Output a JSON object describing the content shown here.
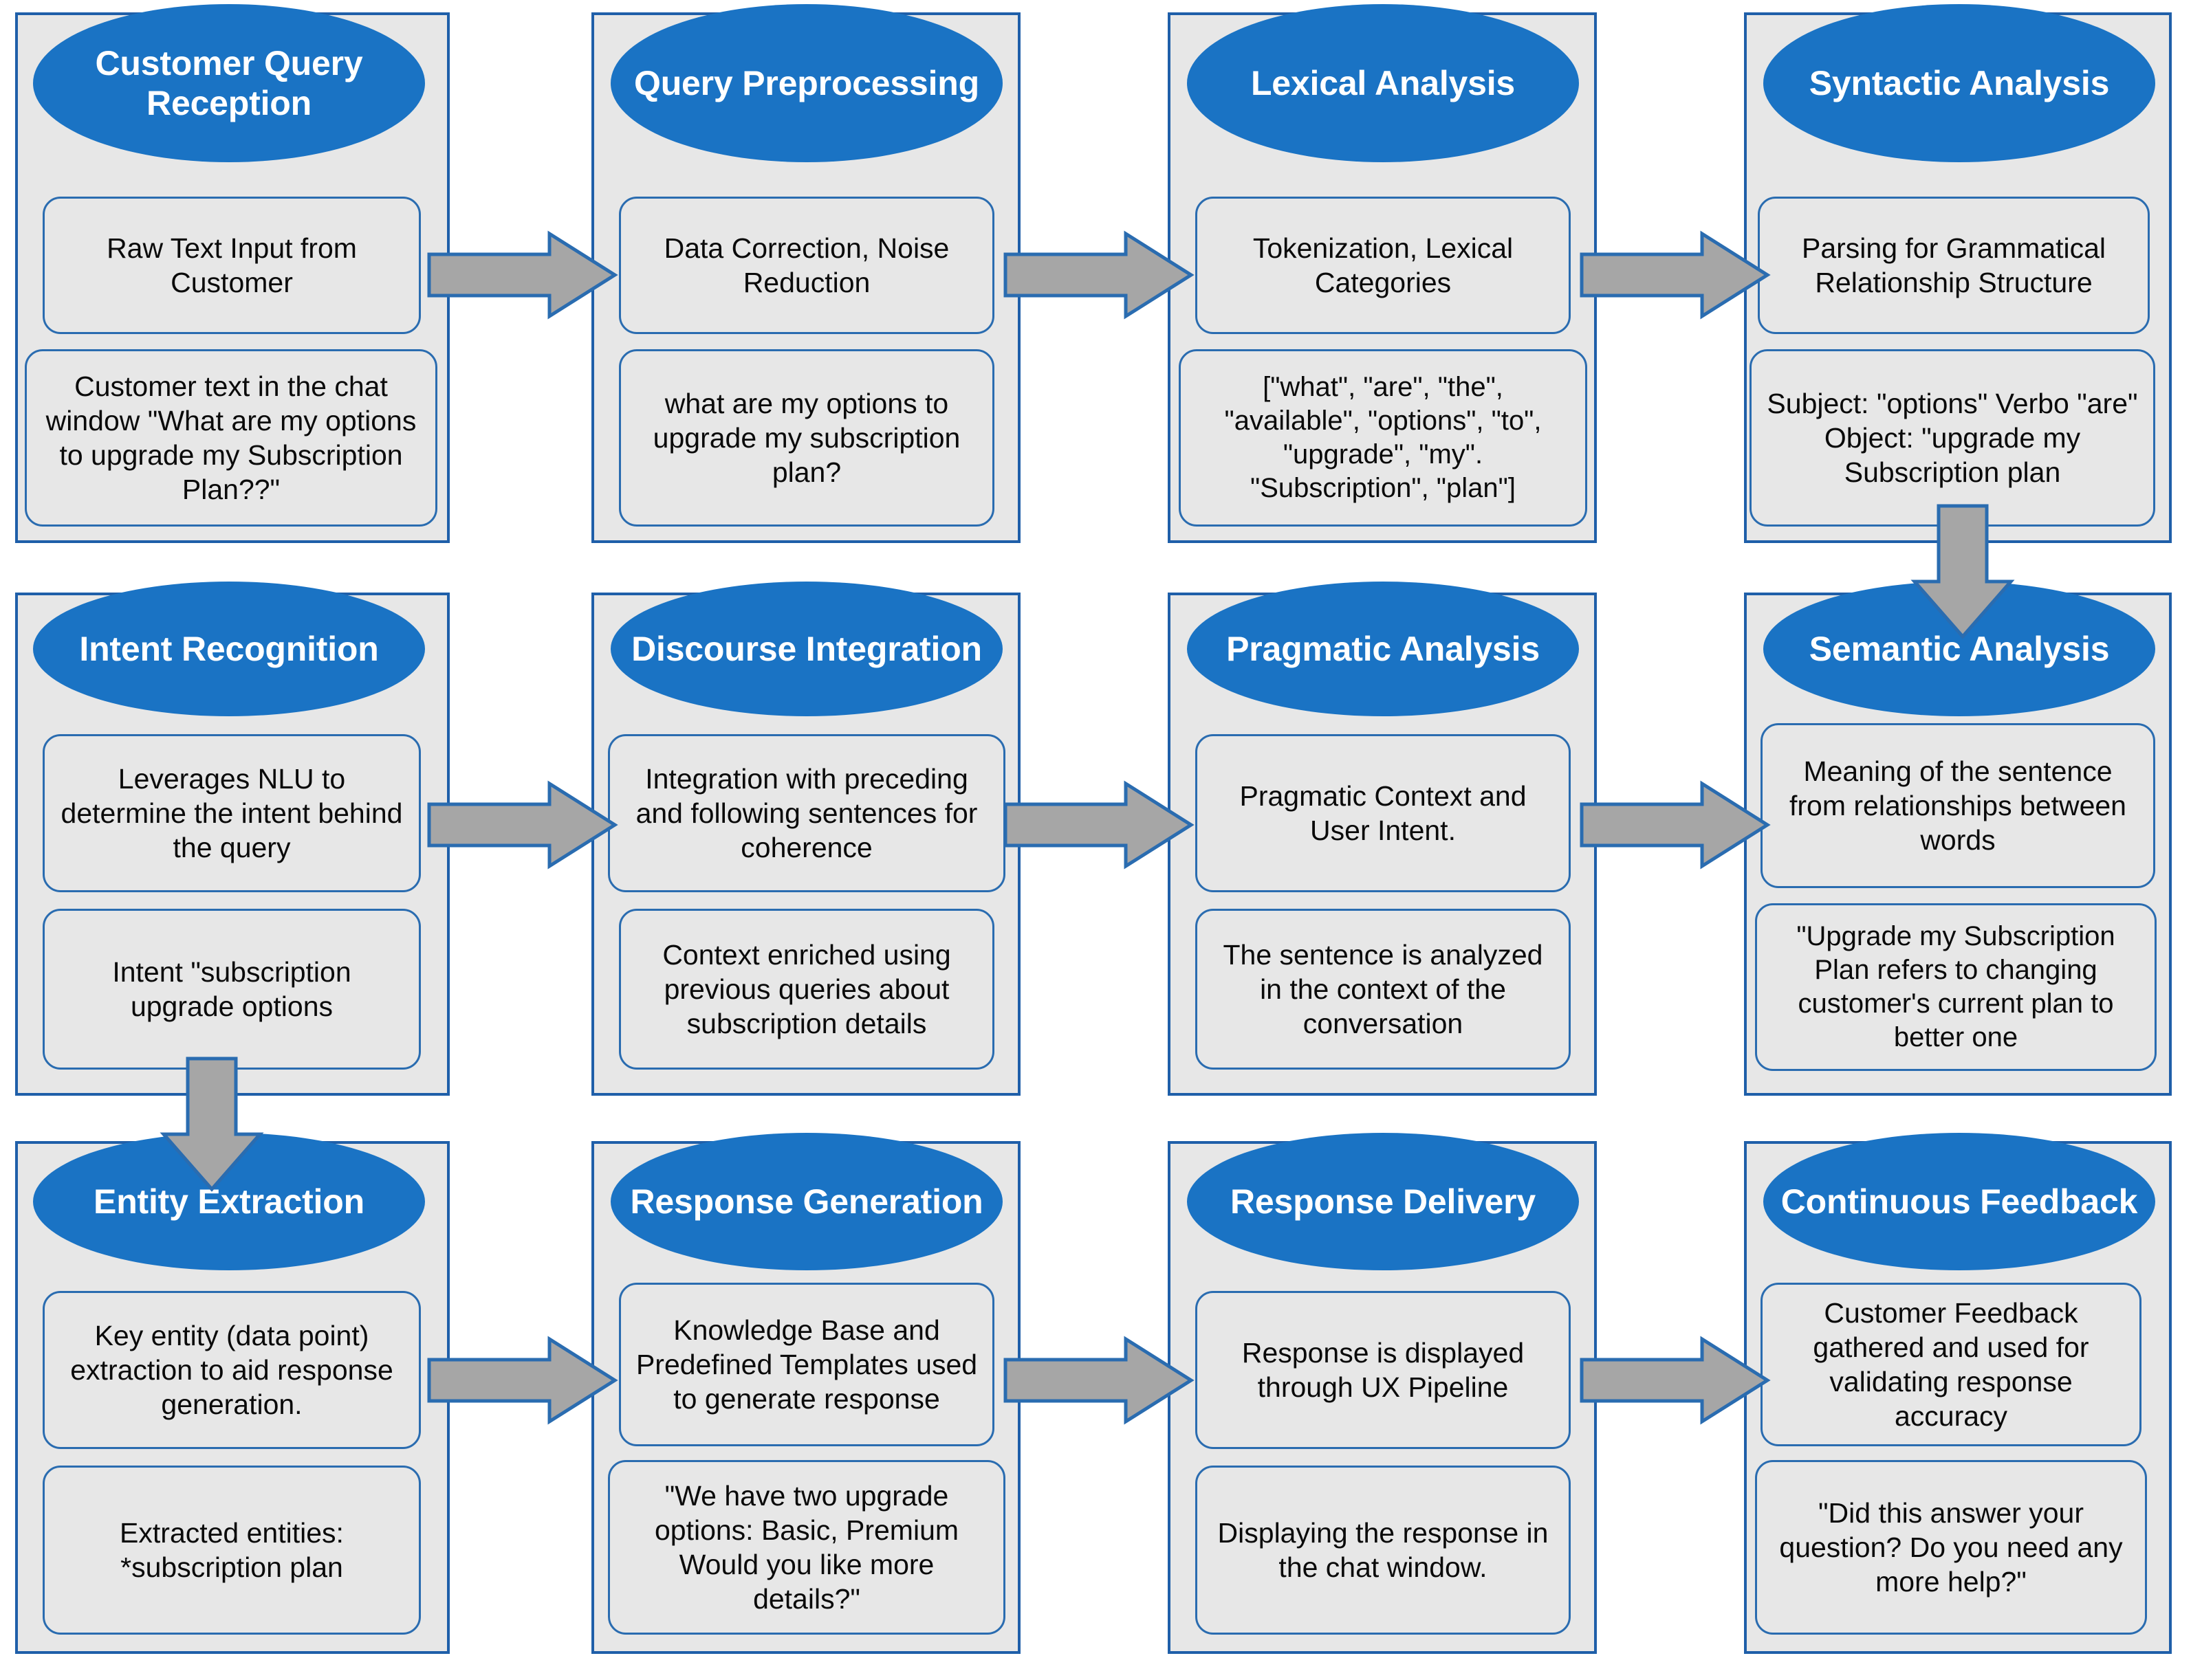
{
  "diagram": {
    "title": "Customer Query NLP Processing Pipeline",
    "colors": {
      "ellipse_fill": "#1a73c4",
      "ellipse_text": "#ffffff",
      "panel_fill": "#e7e7e7",
      "panel_border": "#1f5fa9",
      "box_border": "#2a6cb0",
      "box_fill": "#e7e7e7",
      "arrow_fill": "#a6a6a6",
      "arrow_stroke": "#2a6cb0",
      "text": "#0a0a0a",
      "background": "#ffffff"
    }
  },
  "nodes": [
    {
      "id": "customer-query-reception",
      "title": "Customer Query Reception",
      "description": "Raw Text Input from Customer",
      "example": "Customer text in the chat window \"What are my options to upgrade my Subscription Plan??\""
    },
    {
      "id": "query-preprocessing",
      "title": "Query Preprocessing",
      "description": "Data Correction, Noise Reduction",
      "example": "what are my options to upgrade my subscription plan?"
    },
    {
      "id": "lexical-analysis",
      "title": "Lexical Analysis",
      "description": "Tokenization, Lexical Categories",
      "example": "[\"what\", \"are\", \"the\", \"available\", \"options\", \"to\", \"upgrade\", \"my\". \"Subscription\", \"plan\"]"
    },
    {
      "id": "syntactic-analysis",
      "title": "Syntactic Analysis",
      "description": "Parsing for Grammatical Relationship Structure",
      "example": "Subject: \"options\" Verbo \"are\" Object: \"upgrade my Subscription plan"
    },
    {
      "id": "intent-recognition",
      "title": "Intent Recognition",
      "description": "Leverages NLU to determine the intent behind the query",
      "example": "Intent \"subscription upgrade options"
    },
    {
      "id": "discourse-integration",
      "title": "Discourse Integration",
      "description": "Integration with preceding and following sentences for coherence",
      "example": "Context enriched using previous queries about subscription details"
    },
    {
      "id": "pragmatic-analysis",
      "title": "Pragmatic Analysis",
      "description": "Pragmatic Context and User Intent.",
      "example": "The sentence is analyzed in the context of the conversation"
    },
    {
      "id": "semantic-analysis",
      "title": "Semantic Analysis",
      "description": "Meaning of the sentence from relationships between words",
      "example": "\"Upgrade my Subscription Plan refers to changing customer's current plan to better one"
    },
    {
      "id": "entity-extraction",
      "title": "Entity Extraction",
      "description": "Key entity (data point) extraction to aid response generation.",
      "example": "Extracted entities: *subscription plan"
    },
    {
      "id": "response-generation",
      "title": "Response Generation",
      "description": "Knowledge Base and Predefined Templates used to generate response",
      "example": "\"We have two upgrade options: Basic, Premium Would you like more details?\""
    },
    {
      "id": "response-delivery",
      "title": "Response Delivery",
      "description": "Response is displayed through UX Pipeline",
      "example": "Displaying the response in the chat window."
    },
    {
      "id": "continuous-feedback",
      "title": "Continuous Feedback",
      "description": "Customer Feedback gathered and used for validating response accuracy",
      "example": "\"Did this answer your question? Do you need any more help?\""
    }
  ],
  "connections": [
    {
      "from": "customer-query-reception",
      "to": "query-preprocessing",
      "direction": "right"
    },
    {
      "from": "query-preprocessing",
      "to": "lexical-analysis",
      "direction": "right"
    },
    {
      "from": "lexical-analysis",
      "to": "syntactic-analysis",
      "direction": "right"
    },
    {
      "from": "syntactic-analysis",
      "to": "semantic-analysis",
      "direction": "down"
    },
    {
      "from": "semantic-analysis",
      "to": "pragmatic-analysis",
      "direction": "left"
    },
    {
      "from": "pragmatic-analysis",
      "to": "discourse-integration",
      "direction": "left"
    },
    {
      "from": "discourse-integration",
      "to": "intent-recognition",
      "direction": "left"
    },
    {
      "from": "intent-recognition",
      "to": "entity-extraction",
      "direction": "down"
    },
    {
      "from": "entity-extraction",
      "to": "response-generation",
      "direction": "right"
    },
    {
      "from": "response-generation",
      "to": "response-delivery",
      "direction": "right"
    },
    {
      "from": "response-delivery",
      "to": "continuous-feedback",
      "direction": "right"
    }
  ]
}
